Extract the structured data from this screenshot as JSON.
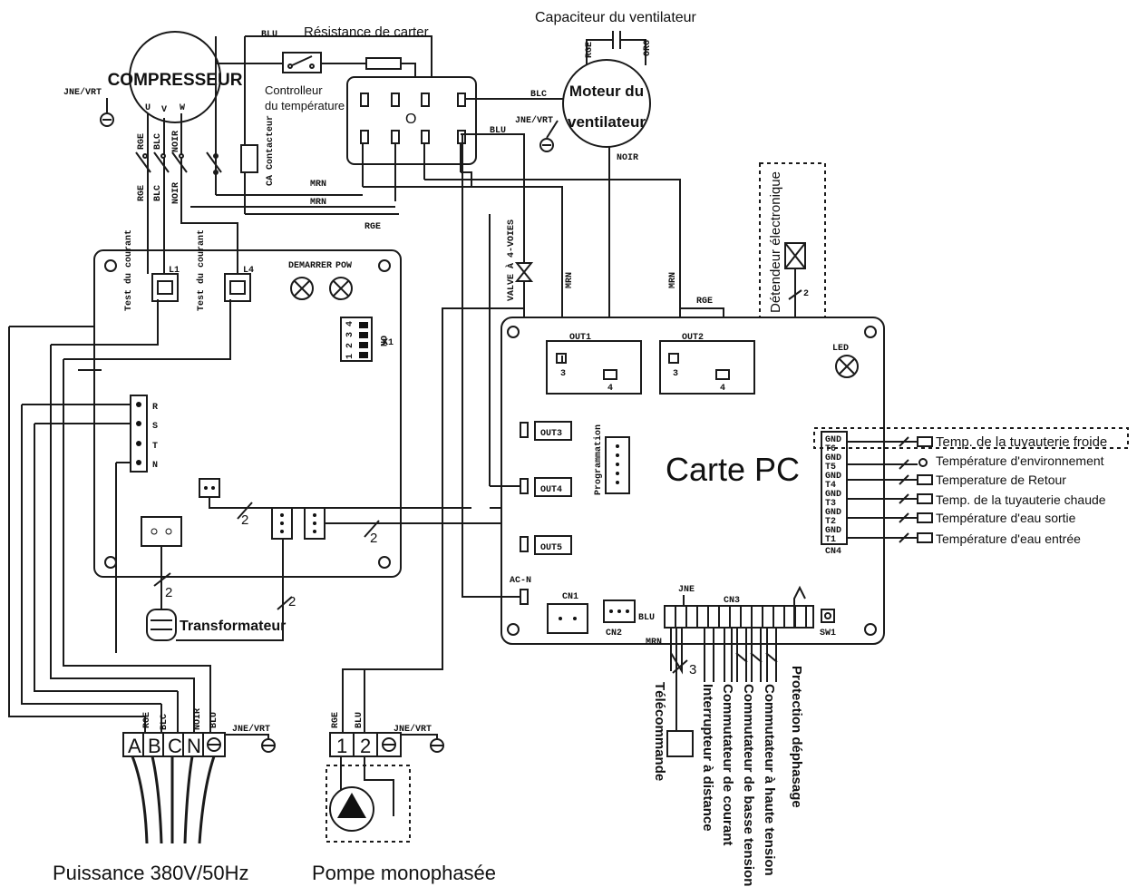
{
  "labels": {
    "crankcase_heater": "Résistance de carter",
    "fan_capacitor": "Capaciteur du ventilateur",
    "compressor": "COMPRESSEUR",
    "fan_motor_line1": "Moteur du",
    "fan_motor_line2": "ventilateur",
    "temp_controller_line1": "Controlleur",
    "temp_controller_line2": "du température",
    "ca_contactor": "CA Contacteur",
    "valve_4_way": "VALVE À 4-VOIES",
    "electronic_expander": "Détendeur électronique",
    "pc_board": "Carte PC",
    "current_test_1": "Test du courant",
    "current_test_2": "Test du courant",
    "start": "DEMARRER",
    "pow": "POW",
    "led": "LED",
    "programming": "Programmation",
    "transformer": "Transformateur",
    "remote_control": "Télécommande",
    "remote_switch": "Interrupteur à distance",
    "current_switch": "Commutateur de courant",
    "low_voltage_switch": "Commutateur de basse tension",
    "high_voltage_switch": "Commutateur à haute tension",
    "phase_protection": "Protection déphasage",
    "power": "Puissance 380V/50Hz",
    "pump": "Pompe monophasée"
  },
  "sensors": [
    "Temp. de la tuyauterie froide",
    "Température d'environnement",
    "Temperature de Retour",
    "Temp. de la tuyauterie chaude",
    "Température d'eau sortie",
    "Température d'eau entrée"
  ],
  "wire_colors": {
    "blu": "BLU",
    "blc": "BLC",
    "rge": "RGE",
    "mrn": "MRN",
    "noir": "NOIR",
    "jne_vrt": "JNE/VRT",
    "jne": "JNE",
    "orc": "ORG"
  },
  "terminals": {
    "power": [
      "A",
      "B",
      "C",
      "N"
    ],
    "pump": [
      "1",
      "2"
    ],
    "rstn": [
      "R",
      "S",
      "T",
      "N"
    ],
    "uvw": [
      "U",
      "V",
      "W"
    ],
    "l1": "L1",
    "l4": "L4",
    "k1": "K1",
    "on": "ON",
    "dip": "1 2 3 4",
    "out1": "OUT1",
    "out2": "OUT2",
    "out3": "OUT3",
    "out4": "OUT4",
    "out5": "OUT5",
    "acn": "AC-N",
    "cn1": "CN1",
    "cn2": "CN2",
    "cn3": "CN3",
    "cn4": "CN4",
    "sw1": "SW1",
    "pin3": "3",
    "pin4": "4",
    "count2": "2",
    "count3": "3",
    "o": "O"
  },
  "cn4_pins": [
    "GND",
    "T6",
    "GND",
    "T5",
    "GND",
    "T4",
    "GND",
    "T3",
    "GND",
    "T2",
    "GND",
    "T1"
  ]
}
